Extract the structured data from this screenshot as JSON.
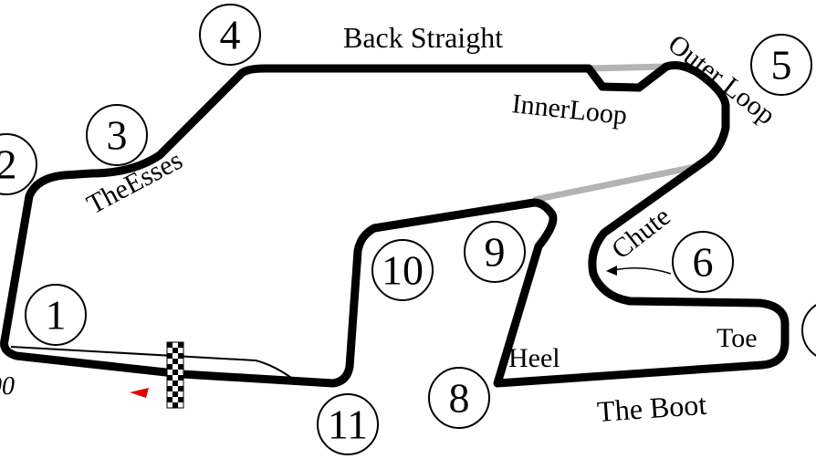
{
  "map": {
    "turns": [
      "1",
      "2",
      "3",
      "4",
      "5",
      "6",
      "8",
      "9",
      "10",
      "11"
    ],
    "labels": {
      "back_straight": "Back Straight",
      "outer_loop": "Outer Loop",
      "inner_loop": "InnerLoop",
      "the_esses": "TheEsses",
      "chute": "Chute",
      "heel": "Heel",
      "toe": "Toe",
      "the_boot": "The Boot",
      "left_fragment": "00"
    },
    "colors": {
      "track": "#000000",
      "alternate_route": "#b3b3b3",
      "marker": "#e30000",
      "background": "#ffffff"
    },
    "icons": [
      "checkered-flag-icon",
      "red-marker-icon",
      "direction-arrow-icon"
    ]
  }
}
